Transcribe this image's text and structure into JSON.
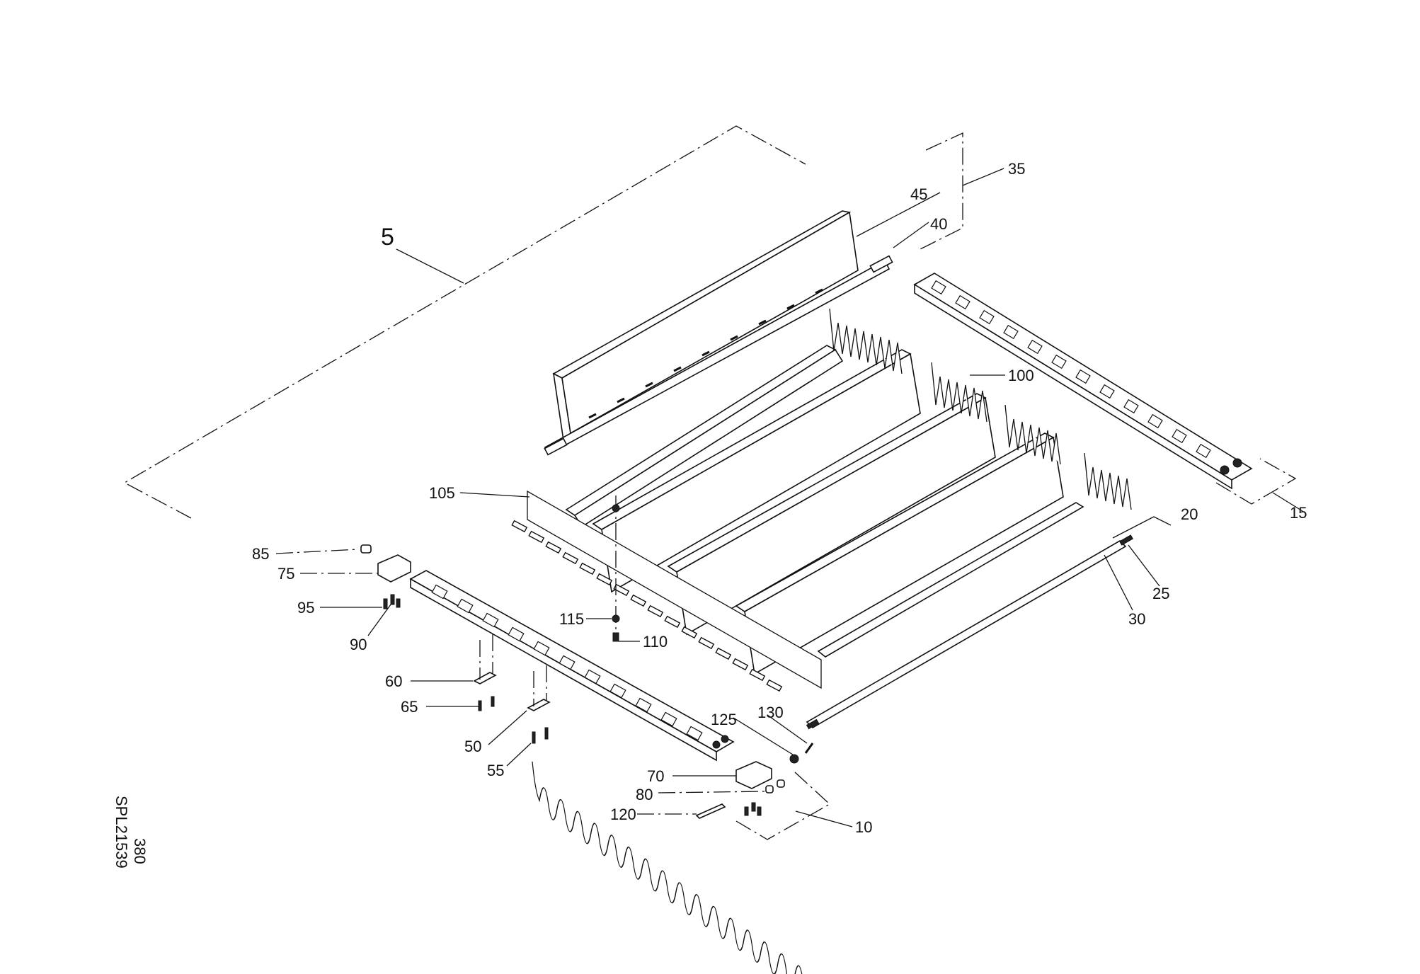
{
  "parts": [
    {
      "id": "p5",
      "label": "5"
    },
    {
      "id": "p10",
      "label": "10"
    },
    {
      "id": "p15",
      "label": "15"
    },
    {
      "id": "p20",
      "label": "20"
    },
    {
      "id": "p25",
      "label": "25"
    },
    {
      "id": "p30",
      "label": "30"
    },
    {
      "id": "p35",
      "label": "35"
    },
    {
      "id": "p40",
      "label": "40"
    },
    {
      "id": "p45",
      "label": "45"
    },
    {
      "id": "p50",
      "label": "50"
    },
    {
      "id": "p55",
      "label": "55"
    },
    {
      "id": "p60",
      "label": "60"
    },
    {
      "id": "p65",
      "label": "65"
    },
    {
      "id": "p70",
      "label": "70"
    },
    {
      "id": "p75",
      "label": "75"
    },
    {
      "id": "p80",
      "label": "80"
    },
    {
      "id": "p85",
      "label": "85"
    },
    {
      "id": "p90",
      "label": "90"
    },
    {
      "id": "p95",
      "label": "95"
    },
    {
      "id": "p100",
      "label": "100"
    },
    {
      "id": "p105",
      "label": "105"
    },
    {
      "id": "p110",
      "label": "110"
    },
    {
      "id": "p115",
      "label": "115"
    },
    {
      "id": "p120",
      "label": "120"
    },
    {
      "id": "p125",
      "label": "125"
    },
    {
      "id": "p130",
      "label": "130"
    }
  ],
  "drawing_ref": {
    "line1": "380",
    "line2": "SPL21539"
  }
}
